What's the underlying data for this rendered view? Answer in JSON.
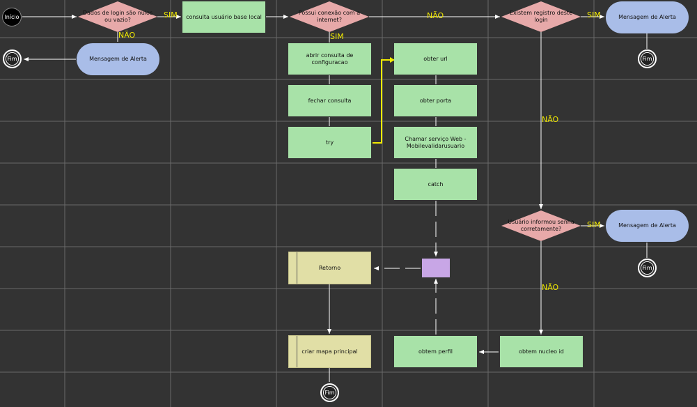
{
  "colors": {
    "background": "#333333",
    "grid": "#6a6a6a",
    "process": "#a8e2a8",
    "decision": "#e7a9a9",
    "terminal": "#a9bde8",
    "data": "#e1dfa6",
    "merge": "#c8a6e6",
    "edge": "#ffffff",
    "highlight_edge": "#f2ea00",
    "label": "#f2ea00"
  },
  "nodes": {
    "inicio": "Início",
    "d_login": "Dados de login são nulos ou vazio?",
    "consulta_local": "consulta usuário base local",
    "d_internet": "Possui conexão com a internet?",
    "d_registro": "Existem registro deste login",
    "alert_1": "Mensagem de Alerta",
    "alert_2": "Mensagem de Alerta",
    "alert_3": "Mensagem de Alerta",
    "fim_1": "Fim",
    "fim_2": "Fim",
    "fim_3": "Fim",
    "fim_4": "Fim",
    "abrir_consulta": "abrir consulta de configuracao",
    "fechar_consulta": "fechar consulta",
    "try": "try",
    "obter_url": "obter url",
    "obter_porta": "obter porta",
    "chamar_servico": "Chamar serviço Web - Mobilevalidarusuario",
    "catch": "catch",
    "d_senha": "Usuário informou senha corretamente?",
    "retorno": "Retorno",
    "criar_mapa": "criar mapa principal",
    "obtem_perfil": "obtem perfil",
    "obtem_nucleo": "obtem nucleo id"
  },
  "edge_labels": {
    "sim_1": "SIM",
    "nao_1": "NÃO",
    "sim_2": "SIM",
    "nao_2": "NÃO",
    "sim_3": "SIM",
    "nao_3": "NÃO",
    "sim_4": "SIM",
    "nao_4": "NÃO"
  }
}
